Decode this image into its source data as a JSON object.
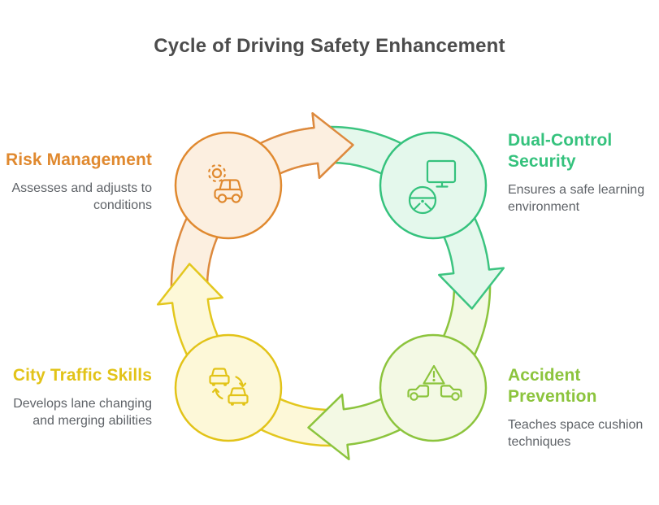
{
  "title": "Cycle of Driving Safety Enhancement",
  "nodes": [
    {
      "id": "risk-management",
      "label": "Risk Management",
      "description": "Assesses and adjusts to conditions",
      "color": "#e0892f",
      "circle_fill": "#fcefe0",
      "icon": "car-sun-icon"
    },
    {
      "id": "dual-control-security",
      "label": "Dual-Control Security",
      "description": "Ensures a safe learning environment",
      "color": "#35c27d",
      "circle_fill": "#e4f8ec",
      "icon": "steering-wheel-monitor-icon"
    },
    {
      "id": "accident-prevention",
      "label": "Accident Prevention",
      "description": "Teaches space cushion techniques",
      "color": "#8cc43d",
      "circle_fill": "#f3f9e4",
      "icon": "warning-cars-icon"
    },
    {
      "id": "city-traffic-skills",
      "label": "City Traffic Skills",
      "description": "Develops lane changing and merging abilities",
      "color": "#e2c318",
      "circle_fill": "#fdf8d8",
      "icon": "cars-swap-icon"
    }
  ],
  "cycle": {
    "direction": "clockwise",
    "segments": [
      {
        "id": "orange",
        "from": "risk-management",
        "to": "dual-control-security",
        "stroke": "#dd8a3e",
        "fill": "#fcefe0"
      },
      {
        "id": "green",
        "from": "dual-control-security",
        "to": "accident-prevention",
        "stroke": "#3cc480",
        "fill": "#e4f8ec"
      },
      {
        "id": "lightgreen",
        "from": "accident-prevention",
        "to": "city-traffic-skills",
        "stroke": "#8cc43d",
        "fill": "#f3f9e4"
      },
      {
        "id": "yellow",
        "from": "city-traffic-skills",
        "to": "risk-management",
        "stroke": "#e3c71e",
        "fill": "#fdf8d8"
      }
    ]
  }
}
